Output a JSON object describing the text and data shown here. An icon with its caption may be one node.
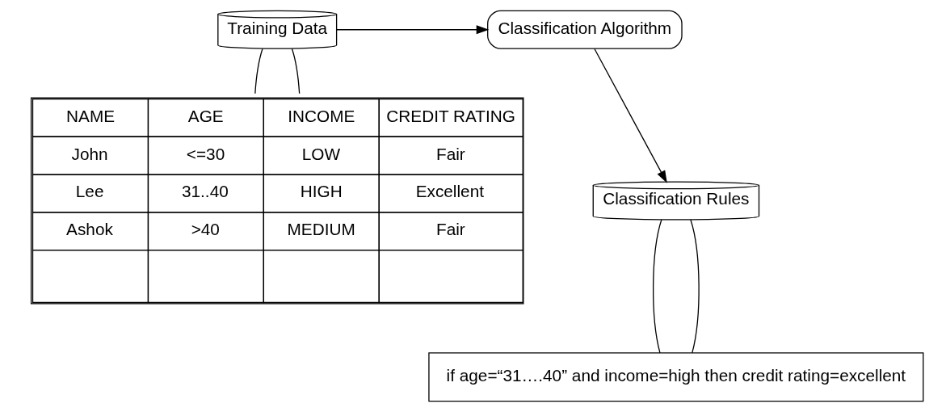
{
  "diagram": {
    "nodes": [
      {
        "text": [
          "Training Data"
        ]
      },
      {
        "text": [
          "Classification Algorithm"
        ]
      },
      {
        "text": [
          "Classification Rules"
        ]
      },
      {
        "text": [
          "NAME",
          "AGE",
          "INCOME",
          "CREDIT RATING",
          "John",
          "<=30",
          "LOW",
          "Fair",
          "Lee",
          "31..40",
          "HIGH",
          "Excellent",
          "Ashok",
          ">40",
          "MEDIUM",
          "Fair"
        ]
      },
      {
        "text": [
          "if age=“31….40” and income=high then credit rating=excellent"
        ]
      }
    ],
    "edges": [
      {
        "from": 0,
        "to": 1,
        "arrow": "to"
      },
      {
        "from": 1,
        "to": 2,
        "arrow": "to"
      },
      {
        "from": 0,
        "to": 3,
        "arrow": "none"
      },
      {
        "from": 0,
        "to": 3,
        "arrow": "none"
      },
      {
        "from": 2,
        "to": 4,
        "arrow": "none"
      },
      {
        "from": 2,
        "to": 4,
        "arrow": "none"
      }
    ]
  }
}
